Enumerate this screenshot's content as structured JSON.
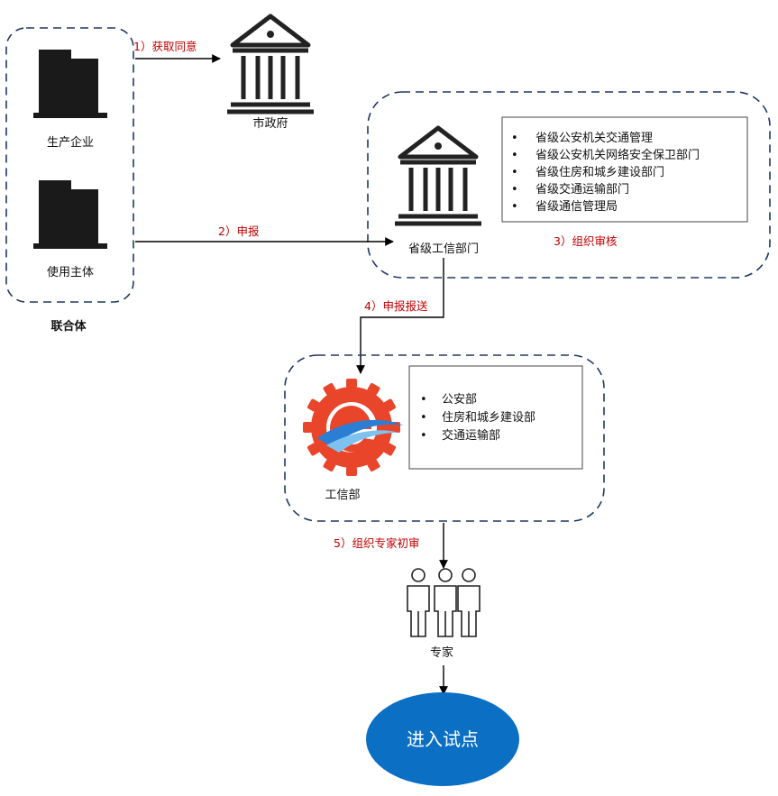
{
  "consortium": {
    "producer_label": "生产企业",
    "user_label": "使用主体",
    "group_label": "联合体"
  },
  "city_gov": {
    "label": "市政府"
  },
  "provincial": {
    "label": "省级工信部门",
    "departments": [
      "省级公安机关交通管理",
      "省级公安机关网络安全保卫部门",
      "省级住房和城乡建设部门",
      "省级交通运输部门",
      "省级通信管理局"
    ]
  },
  "ministry": {
    "label": "工信部",
    "departments": [
      "公安部",
      "住房和城乡建设部",
      "交通运输部"
    ]
  },
  "experts": {
    "label": "专家"
  },
  "result": {
    "label": "进入试点"
  },
  "steps": {
    "s1": "1）获取同意",
    "s2": "2）申报",
    "s3": "3）组织审核",
    "s4": "4）申报报送",
    "s5": "5）组织专家初审"
  },
  "bullet": "•",
  "colors": {
    "dash_border": "#1f3864",
    "step_text": "#c00000",
    "result_fill": "#0b6fc4",
    "logo_red": "#e8452a",
    "logo_blue": "#2a7fd4"
  },
  "icons": [
    "office-building-icon",
    "government-building-icon",
    "ministry-logo-icon",
    "people-group-icon"
  ]
}
